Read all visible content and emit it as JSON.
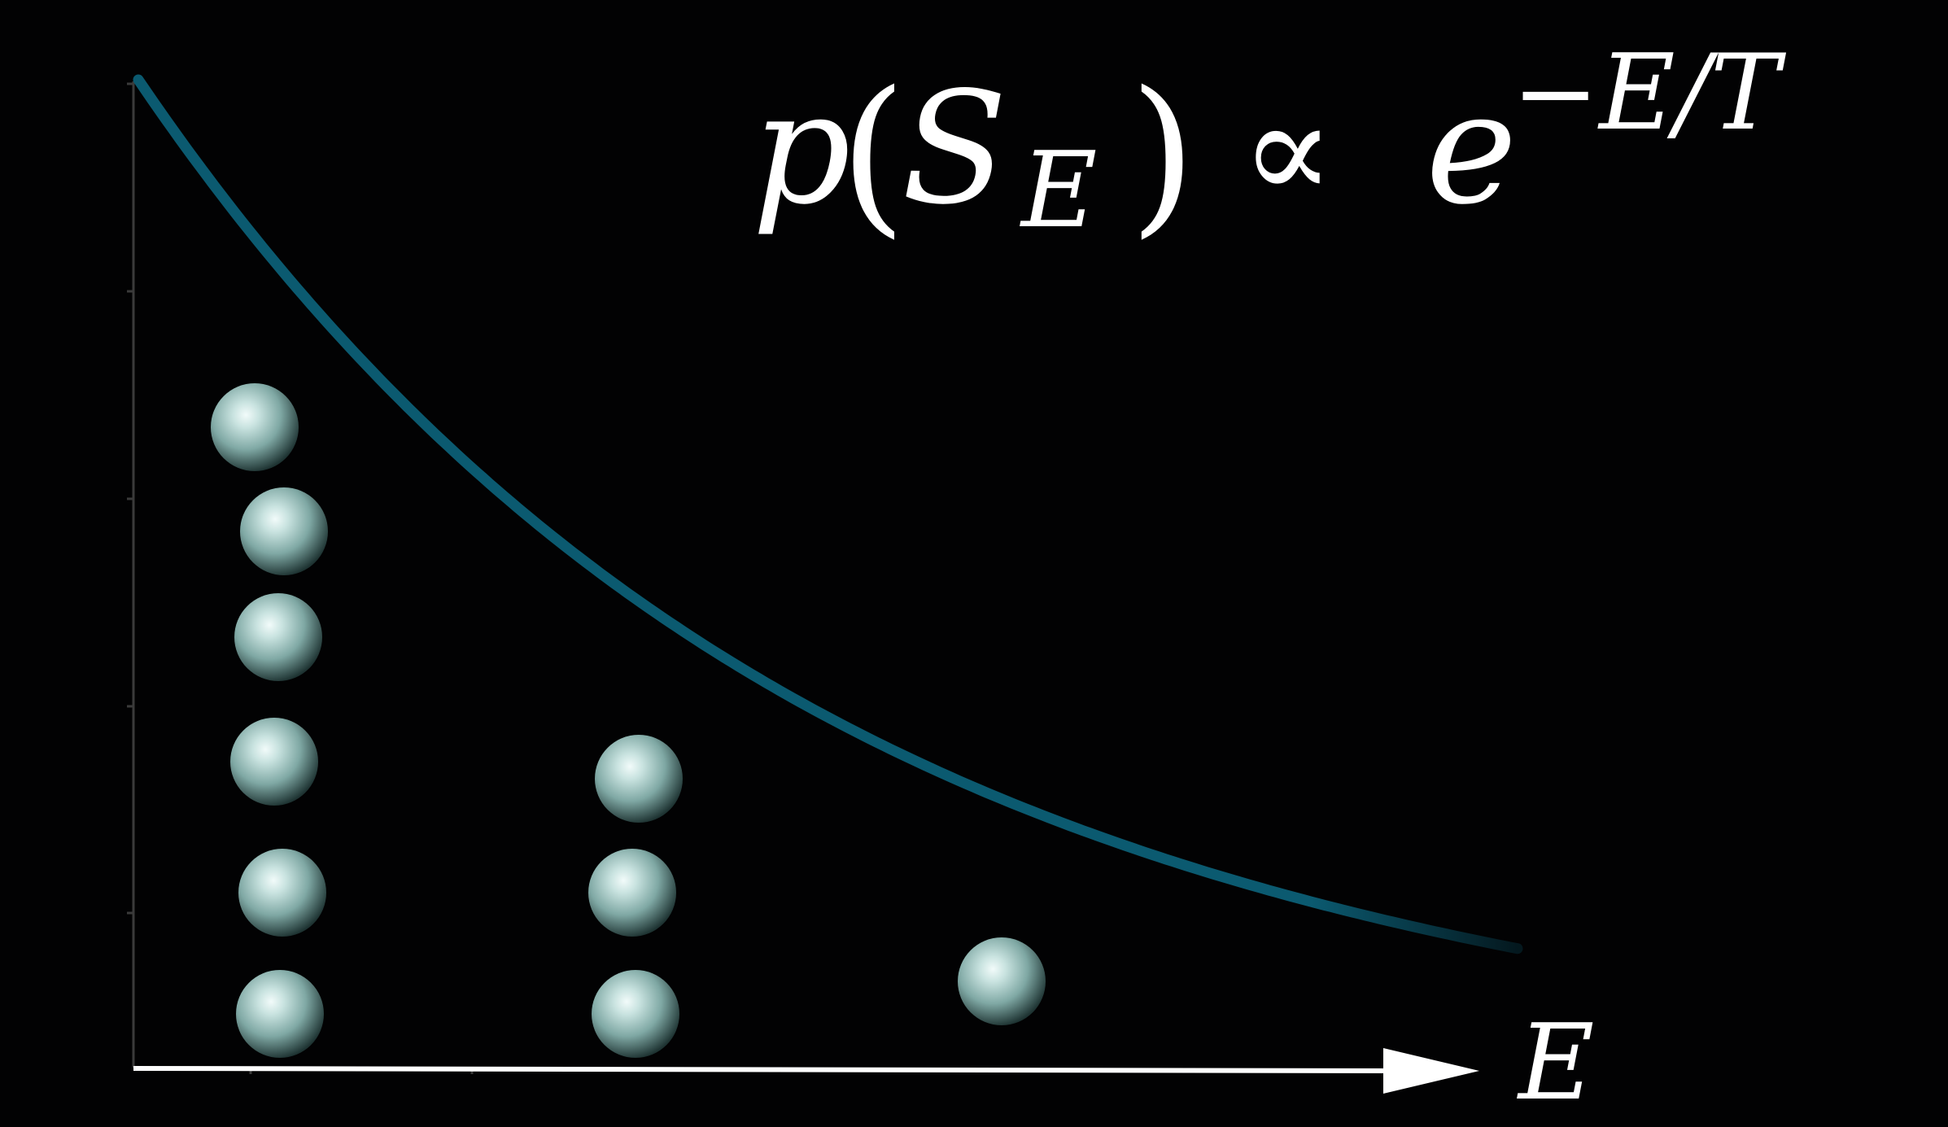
{
  "formula": {
    "p": "p",
    "open_paren": "(",
    "S": "S",
    "S_subscript": "E",
    "close_paren": ")",
    "proportional": "∝",
    "e": "e",
    "exponent": "−E/T"
  },
  "axis": {
    "x_label": "E"
  },
  "colors": {
    "background": "#020203",
    "curve": "#0b5a70",
    "axis": "#ffffff",
    "sphere_light": "#e8f6f4",
    "sphere_mid": "#7fa8a4",
    "sphere_dark": "#1e3332"
  },
  "diagram": {
    "curve": "exponential decay p(E) ∝ e^(−E/T)",
    "energy_levels": [
      {
        "level": 1,
        "sphere_count": 6
      },
      {
        "level": 2,
        "sphere_count": 3
      },
      {
        "level": 3,
        "sphere_count": 1
      }
    ]
  }
}
